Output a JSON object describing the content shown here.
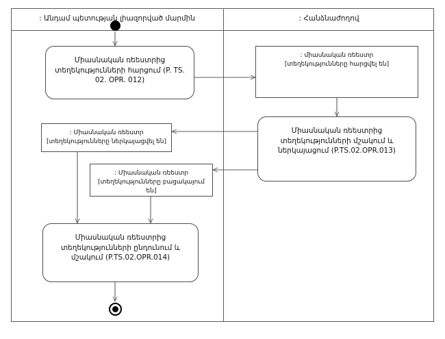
{
  "diagram": {
    "type": "uml-activity-diagram",
    "title_visible": false,
    "lanes": [
      {
        "id": "lane-left",
        "label": ": Անդամ պետության լիազորված մարմին"
      },
      {
        "id": "lane-right",
        "label": ": Հանձնաժողով"
      }
    ],
    "nodes": {
      "start": {
        "kind": "initial-node",
        "lane": "lane-left"
      },
      "end": {
        "kind": "final-node",
        "lane": "lane-left"
      },
      "activity_request": {
        "kind": "activity",
        "lane": "lane-left",
        "line1": "Միասնական ռեեստրից",
        "line2": "տեղեկությունների հարցում (P. TS.",
        "line3": "02. OPR. 012)"
      },
      "object_requested": {
        "kind": "object-node",
        "lane": "lane-right",
        "line1": ": միասնական ռեեստր",
        "line2": "[տեղեկությունները հարցվել են]"
      },
      "activity_process": {
        "kind": "activity",
        "lane": "lane-right",
        "line1": "Միասնական ռեեստրից",
        "line2": "տեղեկությունների մշակում և",
        "line3": "ներկայացում (P.TS.02.OPR.013)"
      },
      "object_presented": {
        "kind": "object-node",
        "lane": "lane-left",
        "line1": ": Միասնական ռեեստր",
        "line2": "[տեղեկությունները ներկայացվել են]"
      },
      "object_absent": {
        "kind": "object-node",
        "lane": "lane-left",
        "line1": ": Միասնական ռեեստր",
        "line2": "[տեղեկությունները բացակայում են]"
      },
      "activity_receive": {
        "kind": "activity",
        "lane": "lane-left",
        "line1": "Միասնական ռեեստրից",
        "line2": "տեղեկությունների ընդունում և",
        "line3": "մշակում (P.TS.02.OPR.014)"
      }
    },
    "edges": [
      {
        "from": "start",
        "to": "activity_request"
      },
      {
        "from": "activity_request",
        "to": "object_requested"
      },
      {
        "from": "object_requested",
        "to": "activity_process"
      },
      {
        "from": "activity_process",
        "to": "object_presented"
      },
      {
        "from": "activity_process",
        "to": "object_absent"
      },
      {
        "from": "object_presented",
        "to": "activity_receive"
      },
      {
        "from": "object_absent",
        "to": "activity_receive"
      },
      {
        "from": "activity_receive",
        "to": "end"
      }
    ],
    "colors": {
      "stroke": "#5b5b5b",
      "node_border": "#4d4d4d",
      "background": "#ffffff",
      "text": "#111111"
    }
  }
}
